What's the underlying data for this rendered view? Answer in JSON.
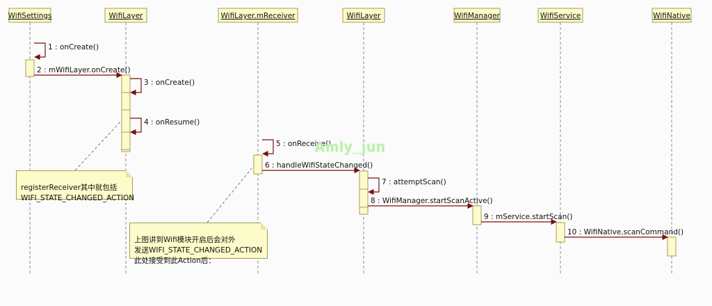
{
  "watermark": "Amly_jun",
  "participants": [
    {
      "id": "p0",
      "name": "WifiSettings"
    },
    {
      "id": "p1",
      "name": "WifiLayer"
    },
    {
      "id": "p2",
      "name": "WifiLayer.mReceiver"
    },
    {
      "id": "p3",
      "name": "WifiLayer"
    },
    {
      "id": "p4",
      "name": "WifiManager"
    },
    {
      "id": "p5",
      "name": "WifiService"
    },
    {
      "id": "p6",
      "name": "WifiNative"
    }
  ],
  "messages": [
    {
      "seq": "1",
      "label": "onCreate()",
      "from": "p0",
      "to": "p0"
    },
    {
      "seq": "2",
      "label": "mWifiLayer.onCreate()",
      "from": "p0",
      "to": "p1"
    },
    {
      "seq": "3",
      "label": "onCreate()",
      "from": "p1",
      "to": "p1"
    },
    {
      "seq": "4",
      "label": "onResume()",
      "from": "p1",
      "to": "p1"
    },
    {
      "seq": "5",
      "label": "onReceive()",
      "from": "p2",
      "to": "p2"
    },
    {
      "seq": "6",
      "label": "handleWifiStateChanged()",
      "from": "p2",
      "to": "p3"
    },
    {
      "seq": "7",
      "label": "attemptScan()",
      "from": "p3",
      "to": "p3"
    },
    {
      "seq": "8",
      "label": "WifiManager.startScanActive()",
      "from": "p3",
      "to": "p4"
    },
    {
      "seq": "9",
      "label": "mService.startScan()",
      "from": "p4",
      "to": "p5"
    },
    {
      "seq": "10",
      "label": "WifiNative.scanCommand()",
      "from": "p5",
      "to": "p6"
    }
  ],
  "notes": [
    {
      "id": "n1",
      "text": "registerReceiver其中就包括\nWIFI_STATE_CHANGED_ACTION"
    },
    {
      "id": "n2",
      "text": "上图讲到Wifi模块开启后会对外\n发送WIFI_STATE_CHANGED_ACTION\n此处接受到此Action后："
    }
  ],
  "colors": {
    "line": "#7a0f0f",
    "lifeline": "#8a8a8a",
    "box_fill": "#fdfbc9",
    "box_border": "#a39c5a"
  }
}
